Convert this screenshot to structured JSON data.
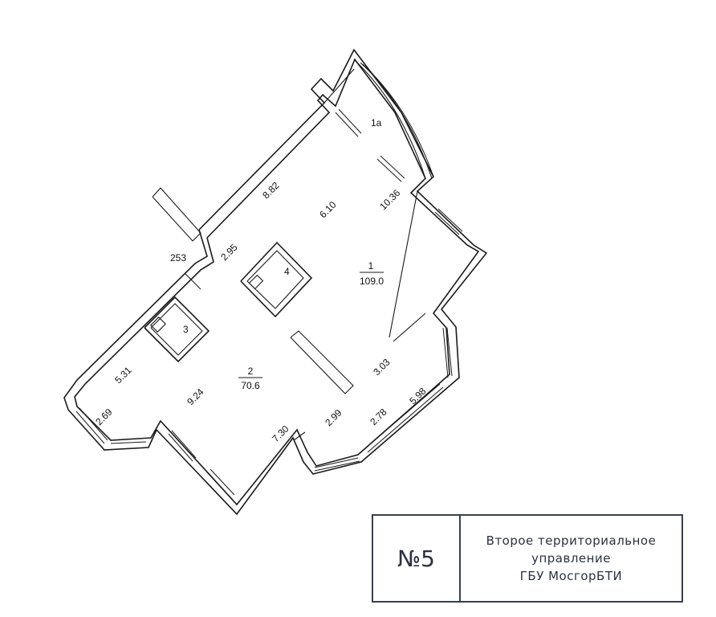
{
  "plan": {
    "rooms": [
      {
        "id": "1",
        "area": "109.0"
      },
      {
        "id": "1a",
        "area": ""
      },
      {
        "id": "2",
        "area": "70.6"
      },
      {
        "id": "3",
        "area": ""
      },
      {
        "id": "4",
        "area": ""
      }
    ],
    "dimensions": [
      "8.82",
      "6.10",
      "10.36",
      "2.95",
      "253",
      "5.31",
      "9.24",
      "2.69",
      "7.30",
      "2.99",
      "2.78",
      "3.03",
      "5.98"
    ]
  },
  "stamp": {
    "number": "№5",
    "line1": "Второе территориальное",
    "line2": "управление",
    "line3": "ГБУ МосгорБТИ"
  }
}
